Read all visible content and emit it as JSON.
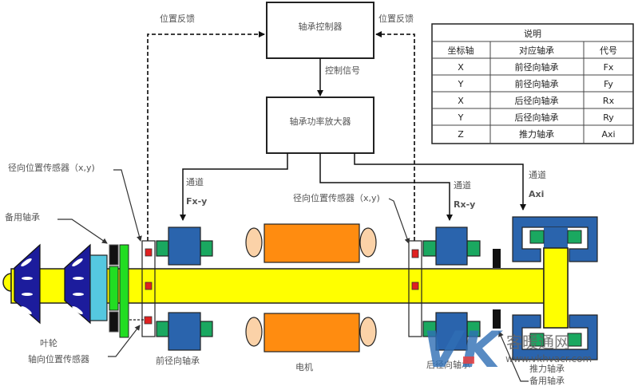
{
  "diagram": {
    "title": "磁悬浮轴承控制系统示意图",
    "blocks": {
      "controller": "轴承控制器",
      "amplifier": "轴承功率放大器"
    },
    "signals": {
      "feedback_left": "位置反馈",
      "feedback_right": "位置反馈",
      "control_signal": "控制信号",
      "channel_front": {
        "line1": "通道",
        "line2": "Fx-y"
      },
      "channel_rear": {
        "line1": "通道",
        "line2": "Rx-y"
      },
      "channel_axial": {
        "line1": "通道",
        "line2": "Axi"
      }
    },
    "components": {
      "radial_sensor_front": "径向位置传感器（x,y)",
      "backup_bearing_front": "备用轴承",
      "impeller": "叶轮",
      "axial_sensor": "轴向位置传感器",
      "front_radial_bearing": "前径向轴承",
      "motor": "电机",
      "radial_sensor_rear": "径向位置传感器（x,y)",
      "rear_radial_bearing": "后径向轴承",
      "thrust_bearing": "推力轴承",
      "backup_bearing_rear": "备用轴承"
    },
    "colors": {
      "shaft": "#ffff00",
      "bearing_core": "#2a64ad",
      "bearing_coil": "#1aa860",
      "motor": "#ff8c10",
      "motor_end": "#fbd2a8",
      "impeller": "#1c1c9c",
      "sensor": "#e02020",
      "collar": "#55c8e0",
      "backup_green": "#22dd22"
    }
  },
  "legend_table": {
    "title": "说明",
    "headers": [
      "坐标轴",
      "对应轴承",
      "代号"
    ],
    "rows": [
      [
        "X",
        "前径向轴承",
        "Fx"
      ],
      [
        "Y",
        "前径向轴承",
        "Fy"
      ],
      [
        "X",
        "后径向轴承",
        "Rx"
      ],
      [
        "Y",
        "后径向轴承",
        "Ry"
      ],
      [
        "Z",
        "推力轴承",
        "Axi"
      ]
    ]
  },
  "watermark": {
    "logo": "VK",
    "brand": "客暖通网",
    "url": "www.vkhvacr.com"
  }
}
